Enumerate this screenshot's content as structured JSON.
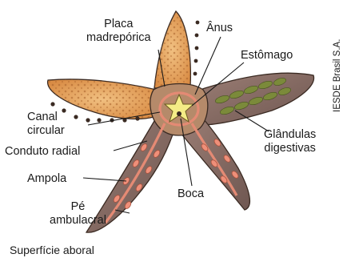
{
  "labels": {
    "placa": "Placa\nmadrepórica",
    "anus": "Ânus",
    "estomago": "Estômago",
    "canal": "Canal\ncircular",
    "conduto": "Conduto radial",
    "glandulas": "Glândulas\ndigestivas",
    "ampola": "Ampola",
    "boca": "Boca",
    "pe": "Pé\nambulacral"
  },
  "credit": "IESDE Brasil S.A.",
  "caption": "Superfície aboral",
  "colors": {
    "outline": "#3a2a22",
    "aboral_skin": "#e5a35a",
    "oral_skin": "#8a6e66",
    "stomach": "#f4ec86",
    "canal": "#e48a74",
    "ampulla": "#ef8f79",
    "gland": "#7b8a3a"
  }
}
